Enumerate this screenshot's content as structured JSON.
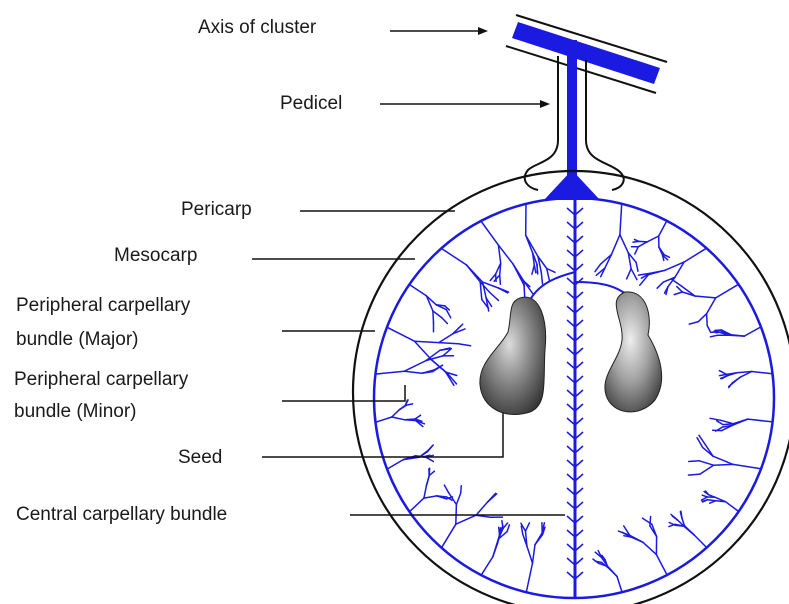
{
  "labels": {
    "axis_of_cluster": "Axis of cluster",
    "pedicel": "Pedicel",
    "pericarp": "Pericarp",
    "mesocarp": "Mesocarp",
    "peripheral_major_line1": "Peripheral carpellary",
    "peripheral_major_line2": "bundle (Major)",
    "peripheral_minor_line1": "Peripheral carpellary",
    "peripheral_minor_line2": "bundle (Minor)",
    "seed": "Seed",
    "central_bundle": "Central carpellary bundle"
  },
  "colors": {
    "vascular": "#1a1ae0",
    "outline": "#111111",
    "seed_dark": "#3a3a3a",
    "seed_light": "#d8d8d8"
  }
}
